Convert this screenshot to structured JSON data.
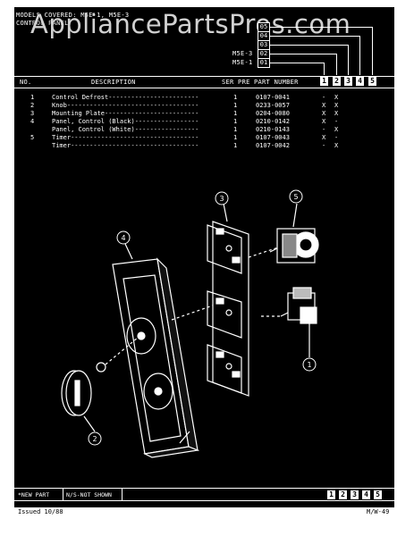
{
  "header": {
    "models_covered": "MODELS COVERED: M5E-1, M5E-3",
    "section": "CONTROL PANEL",
    "watermark": "AppliancePartsPros.com",
    "model_rows": [
      {
        "label": "",
        "code": "05"
      },
      {
        "label": "",
        "code": "04"
      },
      {
        "label": "",
        "code": "03"
      },
      {
        "label": "M5E-3",
        "code": "02"
      },
      {
        "label": "M5E-1",
        "code": "01"
      }
    ]
  },
  "table": {
    "columns": {
      "no": "NO.",
      "description": "DESCRIPTION",
      "ser_pre": "SER PRE",
      "part_number": "PART NUMBER"
    },
    "model_columns": [
      "1",
      "2",
      "3",
      "4",
      "5"
    ],
    "rows": [
      {
        "no": "1",
        "description": "Control Defrost------------------------",
        "qty": "1",
        "part": "0107-0041",
        "c1": "-",
        "c2": "X"
      },
      {
        "no": "2",
        "description": "Knob-----------------------------------",
        "qty": "1",
        "part": "0233-0057",
        "c1": "X",
        "c2": "X"
      },
      {
        "no": "3",
        "description": "Mounting Plate-------------------------",
        "qty": "1",
        "part": "0204-0080",
        "c1": "X",
        "c2": "X"
      },
      {
        "no": "4",
        "description": "Panel, Control (Black)-----------------",
        "qty": "1",
        "part": "0210-0142",
        "c1": "X",
        "c2": "-"
      },
      {
        "no": "",
        "description": "Panel, Control (White)-----------------",
        "qty": "1",
        "part": "0210-0143",
        "c1": "-",
        "c2": "X"
      },
      {
        "no": "5",
        "description": "Timer----------------------------------",
        "qty": "1",
        "part": "0107-0043",
        "c1": "X",
        "c2": "-"
      },
      {
        "no": "",
        "description": "Timer----------------------------------",
        "qty": "1",
        "part": "0107-0042",
        "c1": "-",
        "c2": "X"
      }
    ]
  },
  "callouts": [
    "1",
    "2",
    "3",
    "4",
    "5"
  ],
  "footer": {
    "new_part": "*NEW PART",
    "not_shown": "N/S-NOT SHOWN",
    "issued": "Issued 10/88",
    "page_code": "M/W-49"
  }
}
